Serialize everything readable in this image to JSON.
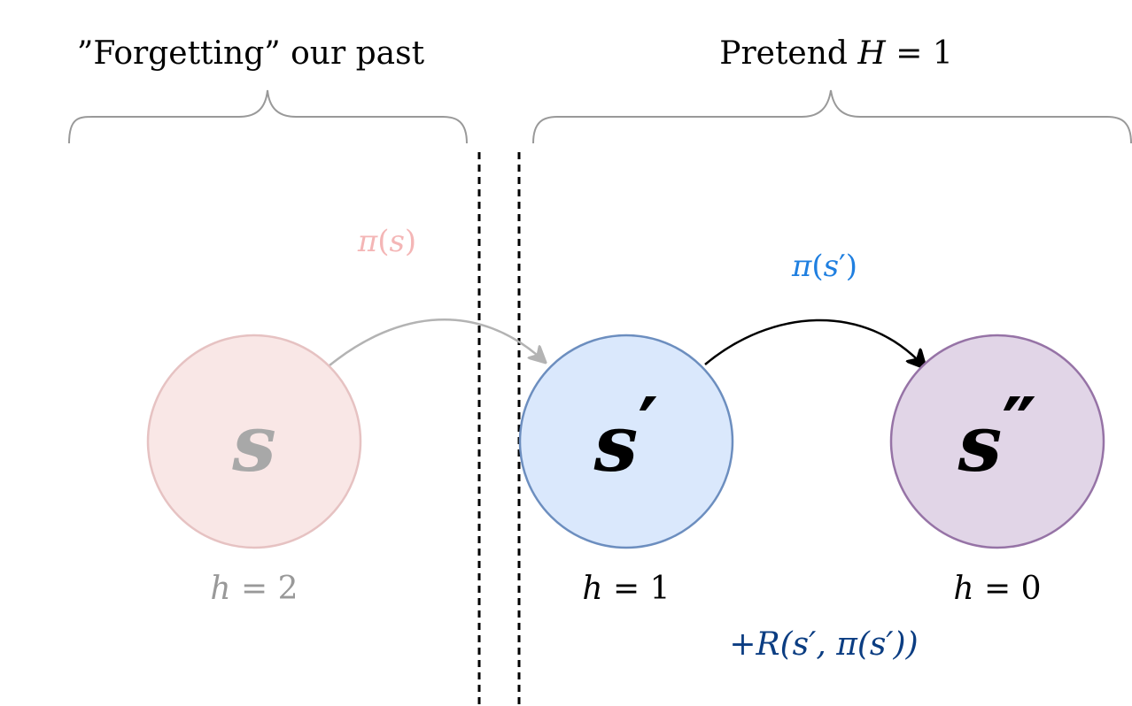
{
  "left_section": {
    "title": "”Forgetting” our past"
  },
  "right_section": {
    "title_prefix": "Pretend ",
    "title_var": "H",
    "title_suffix": " = 1"
  },
  "nodes": [
    {
      "id": "s",
      "symbol": "s",
      "prime": "",
      "level_var": "h",
      "level_value": " = 2",
      "fill": "#f9e7e6",
      "stroke": "#e6c2c2",
      "text_color": "#a8a8a8",
      "level_color": "#999999"
    },
    {
      "id": "s-prime",
      "symbol": "s",
      "prime": "′",
      "level_var": "h",
      "level_value": " = 1",
      "fill": "#dae8fc",
      "stroke": "#6c8ebf",
      "text_color": "#000000",
      "level_color": "#000000"
    },
    {
      "id": "s-double-prime",
      "symbol": "s",
      "prime": "″",
      "level_var": "h",
      "level_value": " = 0",
      "fill": "#e1d5e7",
      "stroke": "#9673a6",
      "text_color": "#000000",
      "level_color": "#000000"
    }
  ],
  "edges": [
    {
      "id": "pi-s",
      "label_fn": "π",
      "label_arg": "s",
      "label_arg_prime": "",
      "color": "#f4b6b6",
      "arrow_color": "#b3b3b3"
    },
    {
      "id": "pi-s-prime",
      "label_fn": "π",
      "label_arg": "s",
      "label_arg_prime": "′",
      "color": "#1f7fe0",
      "arrow_color": "#000000"
    }
  ],
  "reward": {
    "prefix": "+",
    "fn": "R",
    "text": "(s′, π(s′))",
    "color": "#0b3d82"
  },
  "colors": {
    "brace": "#999999",
    "divider": "#000000"
  }
}
